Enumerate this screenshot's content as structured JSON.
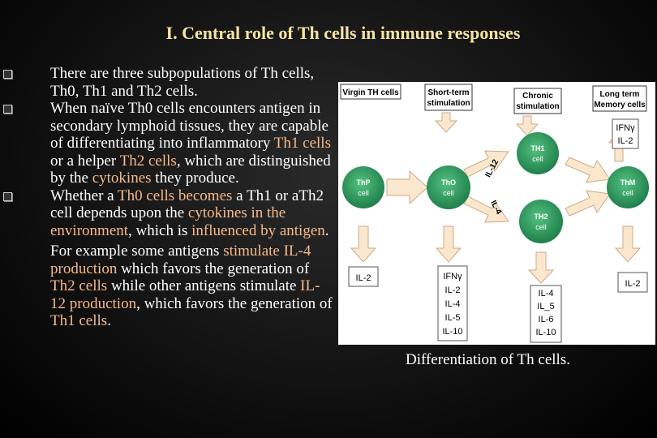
{
  "title": "I. Central role of Th cells in immune responses",
  "bullets": {
    "b1": "There are three subpopulations of Th cells, Th0, Th1 and Th2 cells.",
    "b2_a": "When naïve Th0 cells encounters antigen in secondary lymphoid tissues, they are capable of differentiating into inflammatory ",
    "b2_th1": "Th1 cells",
    "b2_b": " or a helper ",
    "b2_th2": "Th2 cells",
    "b2_c": ", which are distinguished by the ",
    "b2_cyto": "cytokines",
    "b2_d": " they produce.",
    "b3_a": "Whether a ",
    "b3_th0": "Th0 cells becomes",
    "b3_b": " a Th1 or aTh2 cell depends upon the ",
    "b3_cyto": "cytokines in the environment",
    "b3_c": ", which is ",
    "b3_infl": "influenced by antigen",
    "b3_d": ".",
    "ex_a": "For example some antigens ",
    "ex_stim": "stimulate IL-4 production",
    "ex_b": " which favors the generation of ",
    "ex_th2": "Th2 cells",
    "ex_c": " while other antigens stimulate ",
    "ex_il12": "IL-12 production",
    "ex_d": ", which favors the generation of ",
    "ex_th1": "Th1 cells",
    "ex_e": "."
  },
  "diagram": {
    "header_virgin": "Virgin TH cells",
    "header_short_1": "Short-term",
    "header_short_2": "stimulation",
    "header_chronic_1": "Chronic",
    "header_chronic_2": "stimulation",
    "header_long_1": "Long term",
    "header_long_2": "Memory cells",
    "cell_thp_1": "ThP",
    "cell_thp_2": "cell",
    "cell_th0_1": "ThO",
    "cell_th0_2": "cell",
    "cell_th1_1": "TH1",
    "cell_th1_2": "cell",
    "cell_th2_1": "TH2",
    "cell_th2_2": "cell",
    "cell_thm_1": "ThM",
    "cell_thm_2": "cell",
    "label_il12": "IL-12",
    "label_il4": "IL-4",
    "box_left": "IL-2",
    "box_center": [
      "IFNγ",
      "IL-2",
      "IL-4",
      "IL-5",
      "IL-10"
    ],
    "box_th1": [
      "IFNγ",
      "IL-2"
    ],
    "box_th2": [
      "IL-4",
      "IL_5",
      "IL-6",
      "IL-10"
    ],
    "box_right": "IL-2",
    "colors": {
      "cell": "#2e9e62",
      "arrow": "#fbe7ce",
      "arrow_stroke": "#c9ab88"
    }
  },
  "caption": "Differentiation of Th cells."
}
